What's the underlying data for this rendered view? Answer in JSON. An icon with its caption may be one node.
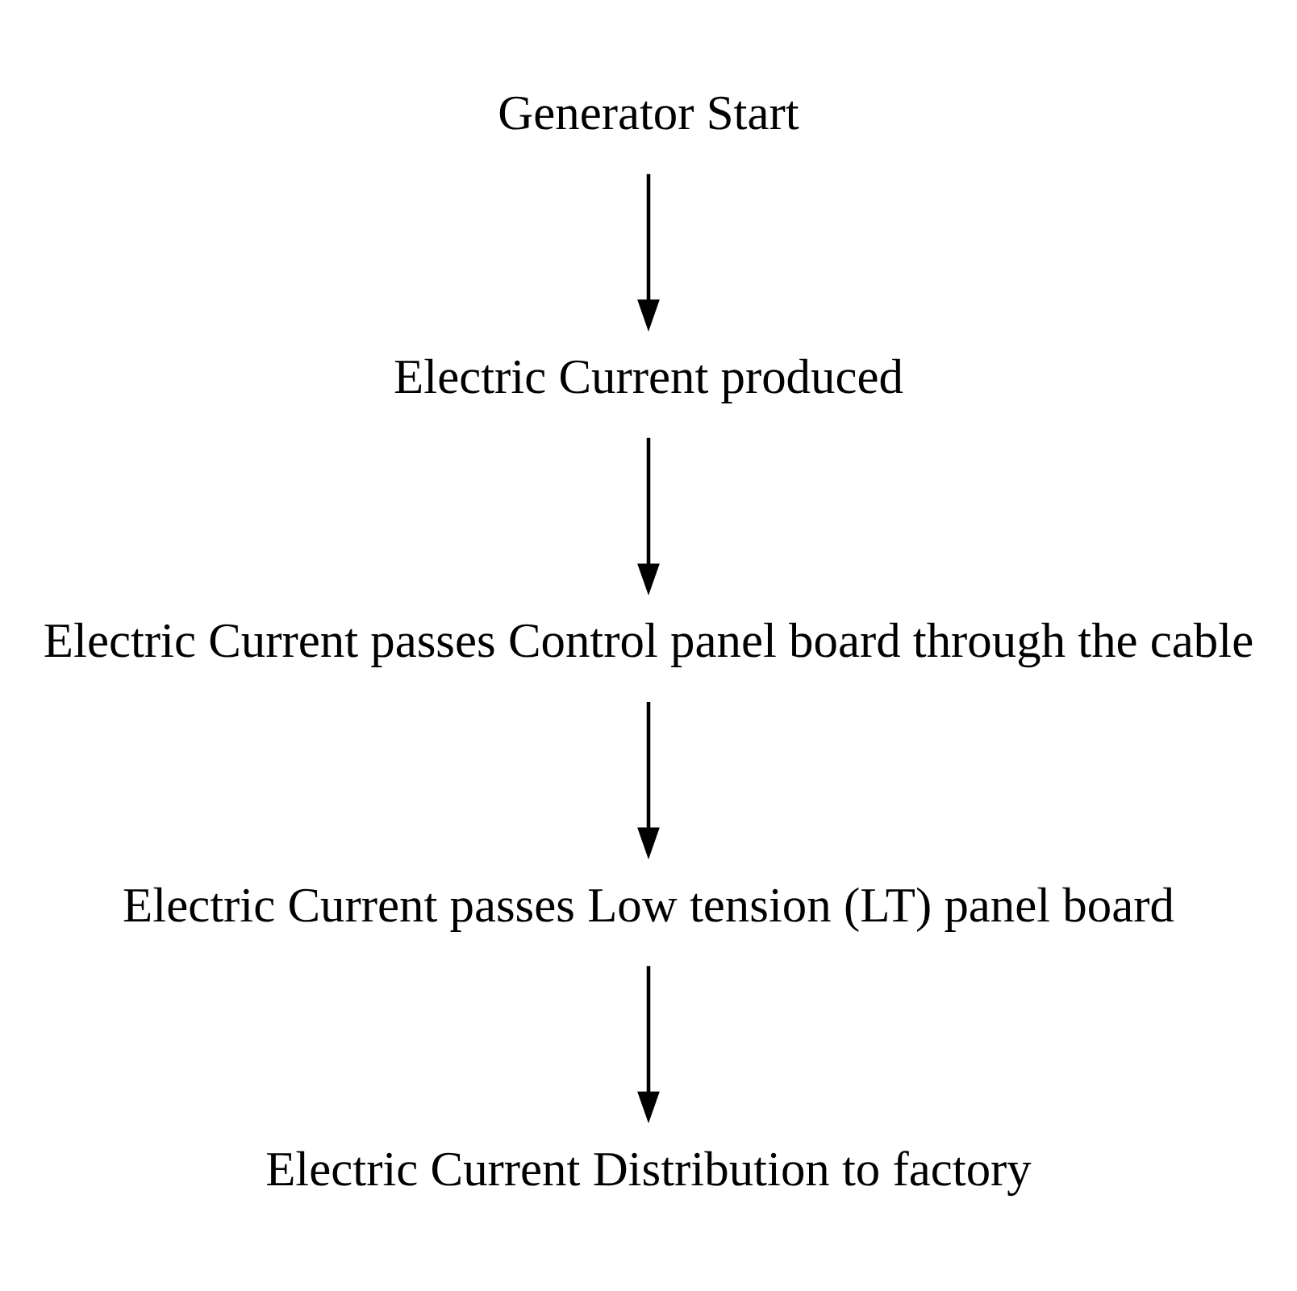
{
  "diagram": {
    "nodes": [
      {
        "text": [
          "Generator Start"
        ]
      },
      {
        "text": [
          "Electric Current produced"
        ]
      },
      {
        "text": [
          "Electric Current passes Control panel board through the cable"
        ]
      },
      {
        "text": [
          "Electric Current passes Low tension (LT) panel board"
        ]
      },
      {
        "text": [
          "Electric Current Distribution to factory"
        ]
      }
    ],
    "edges": [
      {
        "from": 0,
        "to": 1,
        "arrow": "to"
      },
      {
        "from": 1,
        "to": 2,
        "arrow": "to"
      },
      {
        "from": 2,
        "to": 3,
        "arrow": "to"
      },
      {
        "from": 3,
        "to": 4,
        "arrow": "to"
      }
    ]
  }
}
